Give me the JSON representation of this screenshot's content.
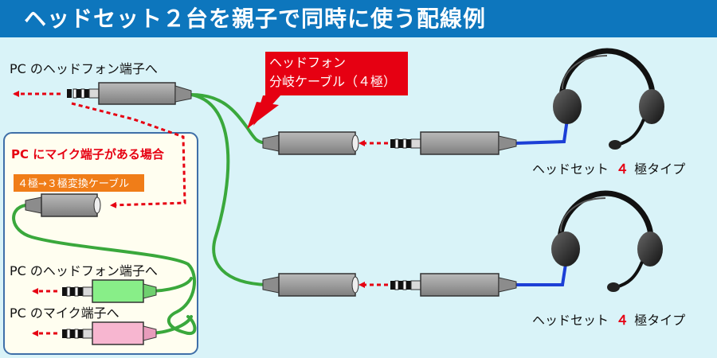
{
  "title": "ヘッドセット２台を親子で同時に使う配線例",
  "labels": {
    "pc_headphone_top": "PC のヘッドフォン端子へ",
    "splitter_line1": "ヘッドフォン",
    "splitter_line2": "分岐ケーブル（４極）",
    "headset_prefix": "ヘッドセット",
    "headset_number": "４",
    "headset_suffix": "極タイプ",
    "inset_title": "PC にマイク端子がある場合",
    "converter": "４極→３極変換ケーブル",
    "pc_headphone_inset": "PC のヘッドフォン端子へ",
    "pc_mic_inset": "PC のマイク端子へ"
  },
  "colors": {
    "title_bg": "#0d76bd",
    "background": "#d9f3f8",
    "inset_bg": "#fffef0",
    "inset_border": "#3f6fa8",
    "cable_green": "#3aa83c",
    "headset_cable_blue": "#1c3fd6",
    "arrow_red": "#e60012",
    "callout_red": "#e60012",
    "inset_title_red": "#e60012",
    "converter_label_bg": "#f07d18",
    "plug_gray": "#9a9a9a",
    "plug_green": "#88ee88",
    "plug_pink": "#f7b6d0"
  },
  "icons": [
    "headset-icon",
    "plug-icon",
    "dashed-arrow-icon"
  ]
}
